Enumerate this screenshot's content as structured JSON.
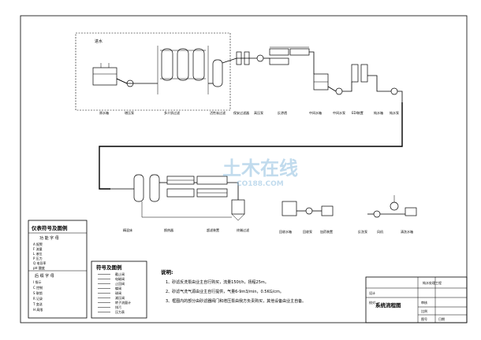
{
  "process": {
    "box_title": "进水",
    "row1_labels": [
      "原水箱",
      "增压泵",
      "多介质过滤",
      "活性炭过滤",
      "保安过滤器",
      "高压泵",
      "反渗透",
      "中间水箱",
      "中间水泵",
      "EDI装置",
      "纯水箱",
      "纯水泵"
    ],
    "row2_labels": [
      "精混床",
      "换热器",
      "超滤装置",
      "终端过滤"
    ],
    "row3_labels": [
      "回收水箱",
      "回收泵",
      "加药装置",
      "反洗泵",
      "风机",
      "清洗水箱"
    ]
  },
  "legend_left": {
    "title": "仪表符号及图例",
    "function_title": "功 能 字 母",
    "function_rows": [
      "A 报警",
      "F 流量",
      "L 液位",
      "P 压力",
      "Q 电导率",
      "pH 酸度"
    ],
    "suffix_title": "后 缀 字 母",
    "suffix_rows": [
      "I 指示",
      "C 控制",
      "S 联锁",
      "R 记录",
      "T 变送",
      "H 高限"
    ]
  },
  "legend_mid": {
    "title": "符号及图例",
    "rows": [
      "截止阀",
      "电磁阀",
      "止回阀",
      "蝶阀",
      "球阀",
      "减压阀",
      "转子流量计",
      "排污",
      "压力表"
    ]
  },
  "notes": {
    "heading": "说明:",
    "items": [
      "1、砂滤反洗泵由业主自行购买，流量150t/h，扬程25m。",
      "2、砂滤气洗气源由业主自行提供，气量6-9m3/min，0.5KG/cm。",
      "3、框图内的部分由砂滤器阀门和增压泵由我方负责购买，其他设备由业主自备。"
    ]
  },
  "title_block": {
    "drawing_name": "系统流程图",
    "project": "纯水处理工程",
    "cells": [
      "设计",
      "校对",
      "审核",
      "比例",
      "图号",
      "日期"
    ]
  },
  "watermark": {
    "cn": "土木在线",
    "en": "CO188.COM"
  }
}
